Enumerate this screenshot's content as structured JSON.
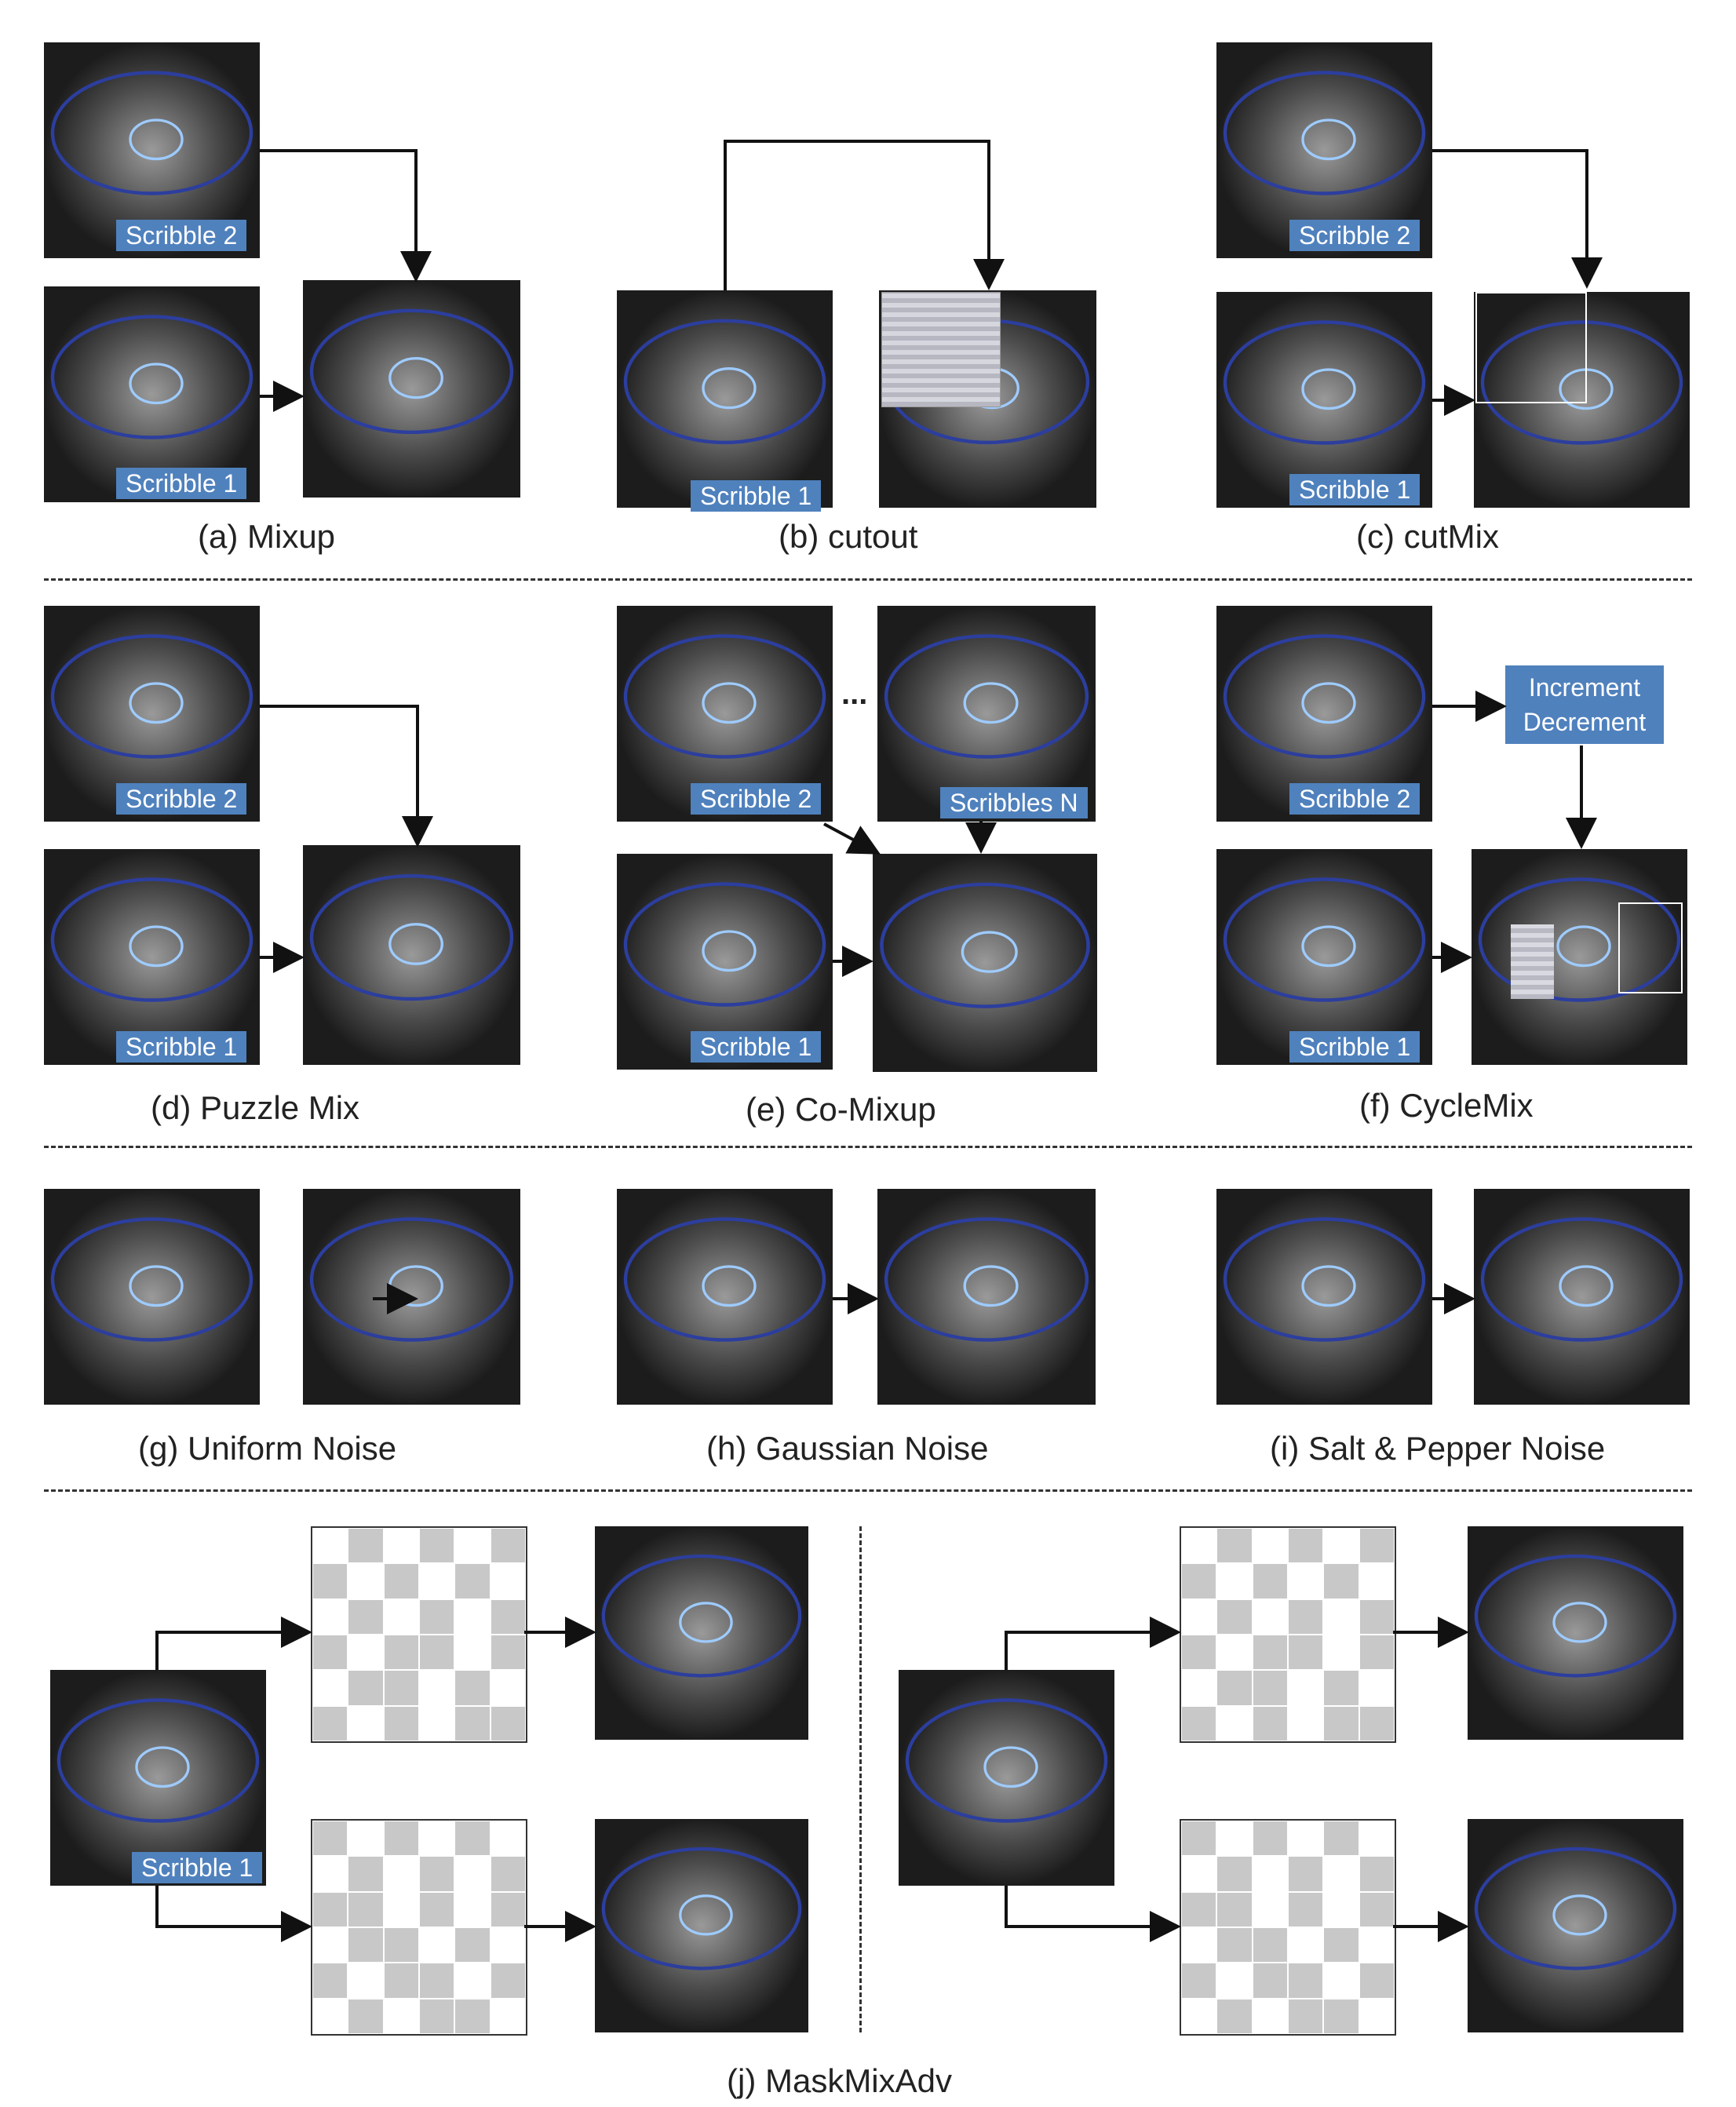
{
  "captions": {
    "a": "(a) Mixup",
    "b": "(b) cutout",
    "c": "(c) cutMix",
    "d": "(d) Puzzle Mix",
    "e": "(e) Co-Mixup",
    "f": "(f) CycleMix",
    "g": "(g) Uniform Noise",
    "h": "(h) Gaussian Noise",
    "i": "(i) Salt & Pepper Noise",
    "j": "(j) MaskMixAdv"
  },
  "labels": {
    "scribble1": "Scribble 1",
    "scribble2": "Scribble 2",
    "scribblesN": "Scribbles N",
    "ellipsis": "...",
    "increment": "Increment",
    "decrement": "Decrement"
  },
  "colors": {
    "label_bg": "#4f81bd",
    "scribble_blue": "#2c3e9e",
    "scribble_light": "#9ecbff",
    "mask_gray": "#c8c8c8",
    "heat_blue": "#1a237e"
  }
}
